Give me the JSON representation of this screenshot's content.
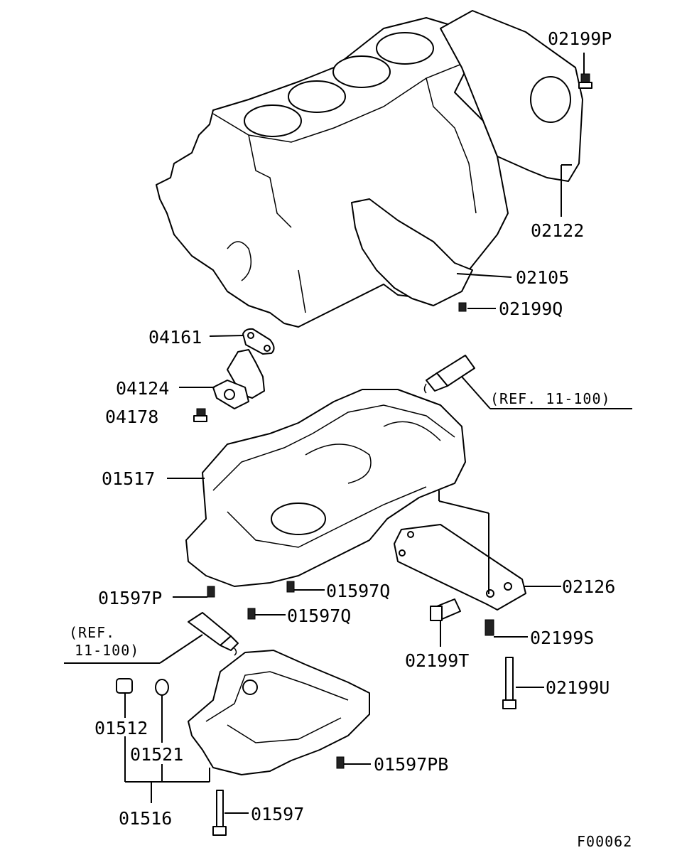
{
  "labels": {
    "p02199P": "02199P",
    "p02122": "02122",
    "p02105": "02105",
    "p02199Q": "02199Q",
    "p04161": "04161",
    "p04124": "04124",
    "p04178": "04178",
    "ref_top": "(REF. 11-100)",
    "p01517": "01517",
    "p02126": "02126",
    "p01597P": "01597P",
    "p01597Q_a": "01597Q",
    "p01597Q_b": "01597Q",
    "ref_left_1": "(REF.",
    "ref_left_2": "11-100)",
    "p02199S": "02199S",
    "p02199T": "02199T",
    "p02199U": "02199U",
    "p01512": "01512",
    "p01521": "01521",
    "p01516": "01516",
    "p01597PB": "01597PB",
    "p01597": "01597",
    "figure_id": "F00062"
  }
}
